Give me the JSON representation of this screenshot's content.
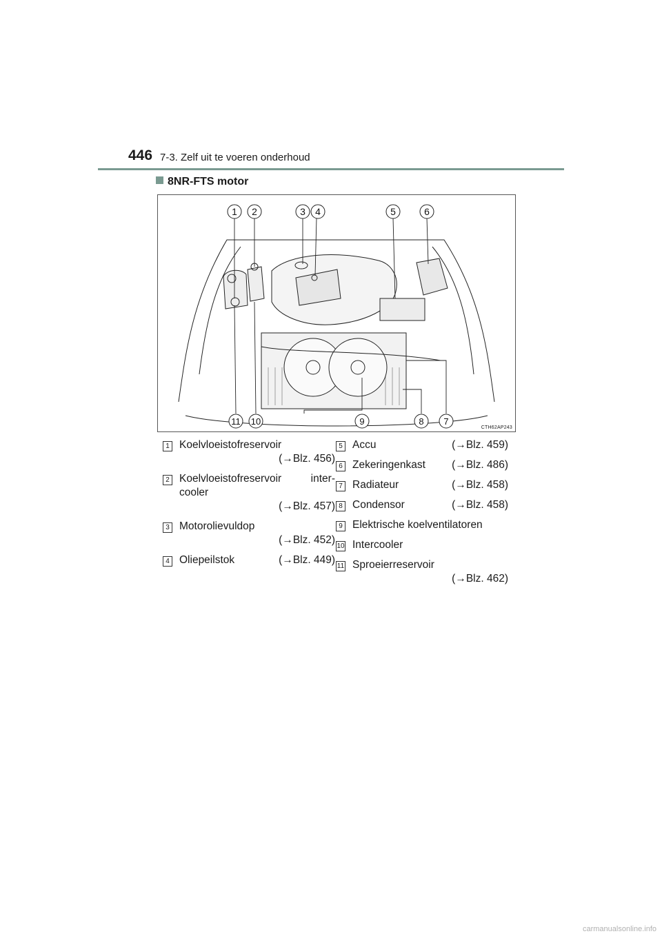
{
  "header": {
    "page_number": "446",
    "section_title": "7-3. Zelf uit te voeren onderhoud"
  },
  "subheading": "8NR-FTS motor",
  "figure": {
    "code": "CTH62AP243",
    "callouts_top": [
      "1",
      "2",
      "3",
      "4",
      "5",
      "6"
    ],
    "callouts_bottom": [
      "11",
      "10",
      "9",
      "8",
      "7"
    ]
  },
  "legend": {
    "left": [
      {
        "num": "1",
        "label": "Koelvloeistofreservoir",
        "ref": "(→Blz. 456)"
      },
      {
        "num": "2",
        "label_line1": "Koelvloeistofreservoir inter-",
        "label_line2": "cooler",
        "ref": "(→Blz. 457)"
      },
      {
        "num": "3",
        "label": "Motorolievuldop",
        "ref": "(→Blz. 452)"
      },
      {
        "num": "4",
        "label": "Oliepeilstok",
        "ref": "(→Blz. 449)"
      }
    ],
    "right": [
      {
        "num": "5",
        "label": "Accu",
        "ref": "(→Blz. 459)"
      },
      {
        "num": "6",
        "label": "Zekeringenkast",
        "ref": "(→Blz. 486)"
      },
      {
        "num": "7",
        "label": "Radiateur",
        "ref": "(→Blz. 458)"
      },
      {
        "num": "8",
        "label": "Condensor",
        "ref": "(→Blz. 458)"
      },
      {
        "num": "9",
        "label": "Elektrische koelventilatoren"
      },
      {
        "num": "10",
        "label": "Intercooler"
      },
      {
        "num": "11",
        "label": "Sproeierreservoir",
        "ref": "(→Blz. 462)"
      }
    ]
  },
  "footer": "carmanualsonline.info"
}
